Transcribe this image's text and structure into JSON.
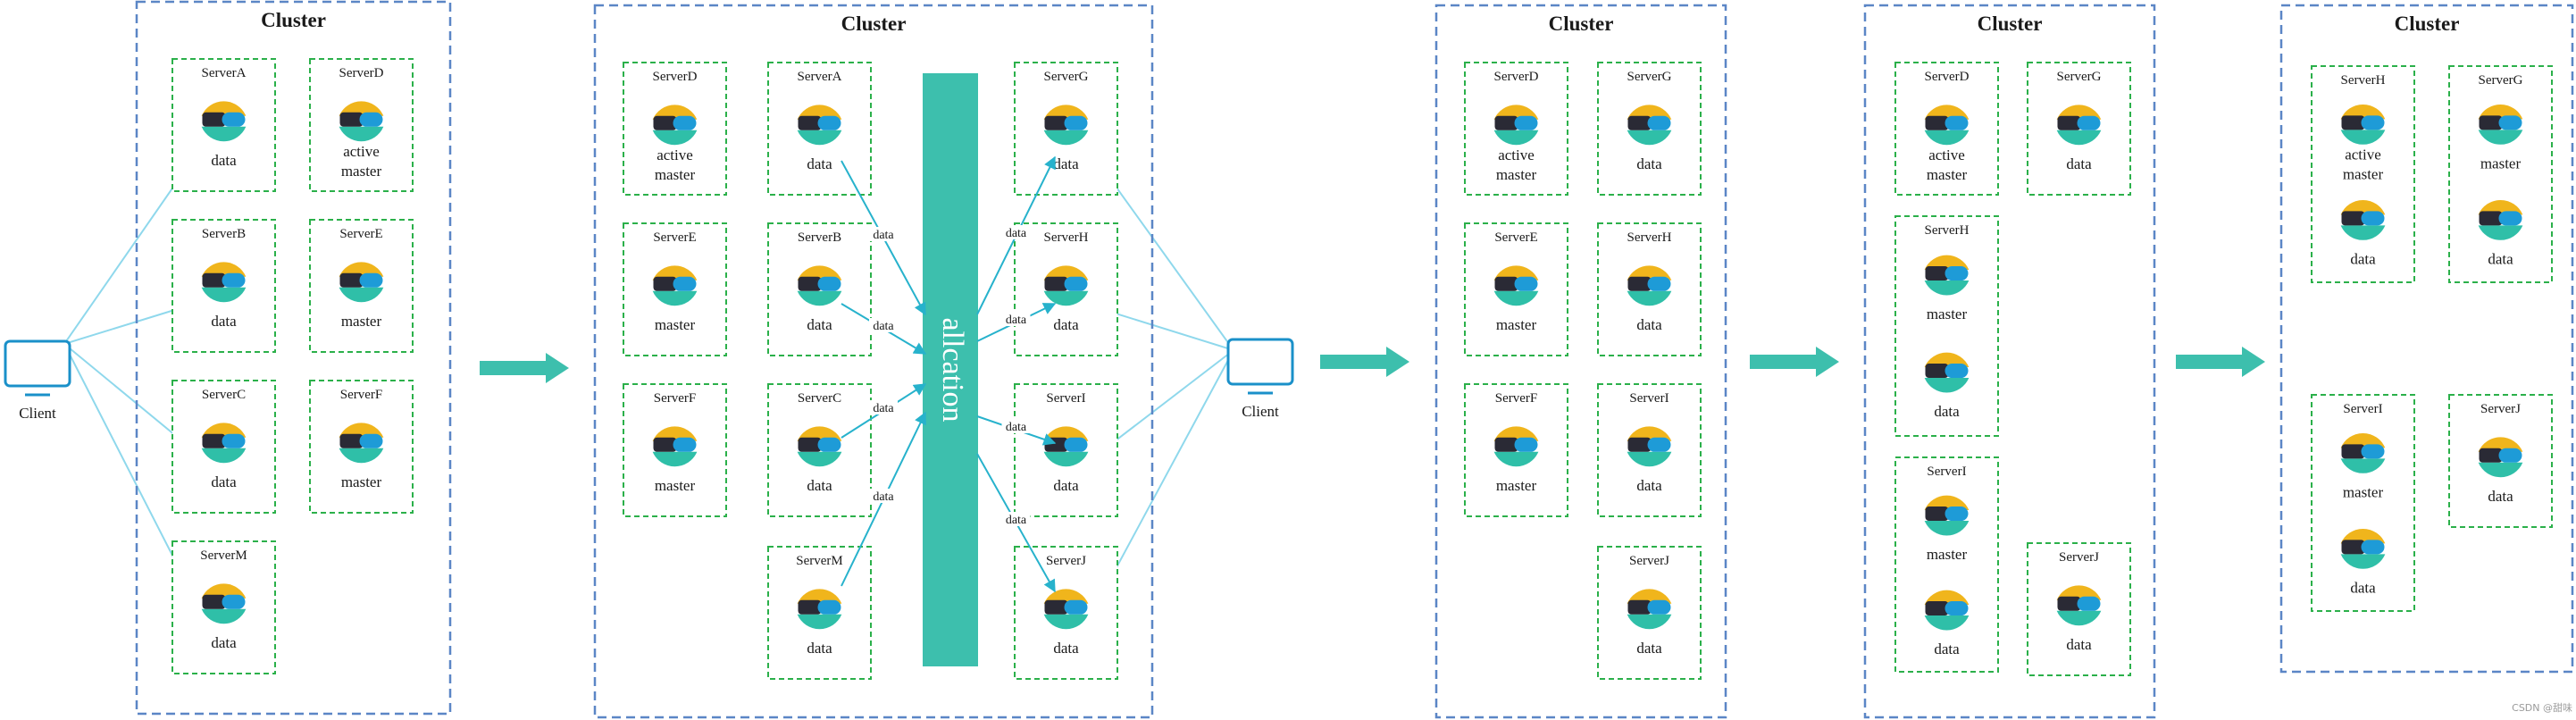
{
  "colors": {
    "cluster_border": "#5b86c6",
    "server_border": "#2bb04a",
    "teal": "#3dbfad",
    "link": "#8fd8ec",
    "arrow": "#27b2cc",
    "logo_yellow": "#f0b51c",
    "logo_dark": "#2a2a35",
    "logo_blue": "#1e9bd7",
    "logo_teal": "#2fbfa8",
    "client_blue": "#1a90c9"
  },
  "cluster_title": "Cluster",
  "client_label": "Client",
  "allocation_label": "allcation",
  "edge_label": "data",
  "watermark": "CSDN @甜味",
  "panels": [
    {
      "servers": [
        {
          "name": "ServerA",
          "roles": [
            "data"
          ]
        },
        {
          "name": "ServerD",
          "roles": [
            "active\nmaster"
          ]
        },
        {
          "name": "ServerB",
          "roles": [
            "data"
          ]
        },
        {
          "name": "ServerE",
          "roles": [
            "master"
          ]
        },
        {
          "name": "ServerC",
          "roles": [
            "data"
          ]
        },
        {
          "name": "ServerF",
          "roles": [
            "master"
          ]
        },
        {
          "name": "ServerM",
          "roles": [
            "data"
          ]
        }
      ]
    },
    {
      "servers": [
        {
          "name": "ServerD",
          "roles": [
            "active\nmaster"
          ]
        },
        {
          "name": "ServerA",
          "roles": [
            "data"
          ]
        },
        {
          "name": "ServerG",
          "roles": [
            "data"
          ]
        },
        {
          "name": "ServerE",
          "roles": [
            "master"
          ]
        },
        {
          "name": "ServerB",
          "roles": [
            "data"
          ]
        },
        {
          "name": "ServerH",
          "roles": [
            "data"
          ]
        },
        {
          "name": "ServerF",
          "roles": [
            "master"
          ]
        },
        {
          "name": "ServerC",
          "roles": [
            "data"
          ]
        },
        {
          "name": "ServerI",
          "roles": [
            "data"
          ]
        },
        {
          "name": "ServerM",
          "roles": [
            "data"
          ]
        },
        {
          "name": "ServerJ",
          "roles": [
            "data"
          ]
        }
      ]
    },
    {
      "servers": [
        {
          "name": "ServerD",
          "roles": [
            "active\nmaster"
          ]
        },
        {
          "name": "ServerG",
          "roles": [
            "data"
          ]
        },
        {
          "name": "ServerE",
          "roles": [
            "master"
          ]
        },
        {
          "name": "ServerH",
          "roles": [
            "data"
          ]
        },
        {
          "name": "ServerF",
          "roles": [
            "master"
          ]
        },
        {
          "name": "ServerI",
          "roles": [
            "data"
          ]
        },
        {
          "name": "ServerJ",
          "roles": [
            "data"
          ]
        }
      ]
    },
    {
      "servers": [
        {
          "name": "ServerD",
          "roles": [
            "active\nmaster"
          ]
        },
        {
          "name": "ServerG",
          "roles": [
            "data"
          ]
        },
        {
          "name": "ServerH",
          "roles": [
            "master",
            "data"
          ]
        },
        {
          "name": "ServerI",
          "roles": [
            "master",
            "data"
          ]
        },
        {
          "name": "ServerJ",
          "roles": [
            "data"
          ]
        }
      ]
    },
    {
      "servers": [
        {
          "name": "ServerH",
          "roles": [
            "active\nmaster",
            "data"
          ]
        },
        {
          "name": "ServerG",
          "roles": [
            "master",
            "data"
          ]
        },
        {
          "name": "ServerI",
          "roles": [
            "master",
            "data"
          ]
        },
        {
          "name": "ServerJ",
          "roles": [
            "data"
          ]
        }
      ]
    }
  ]
}
